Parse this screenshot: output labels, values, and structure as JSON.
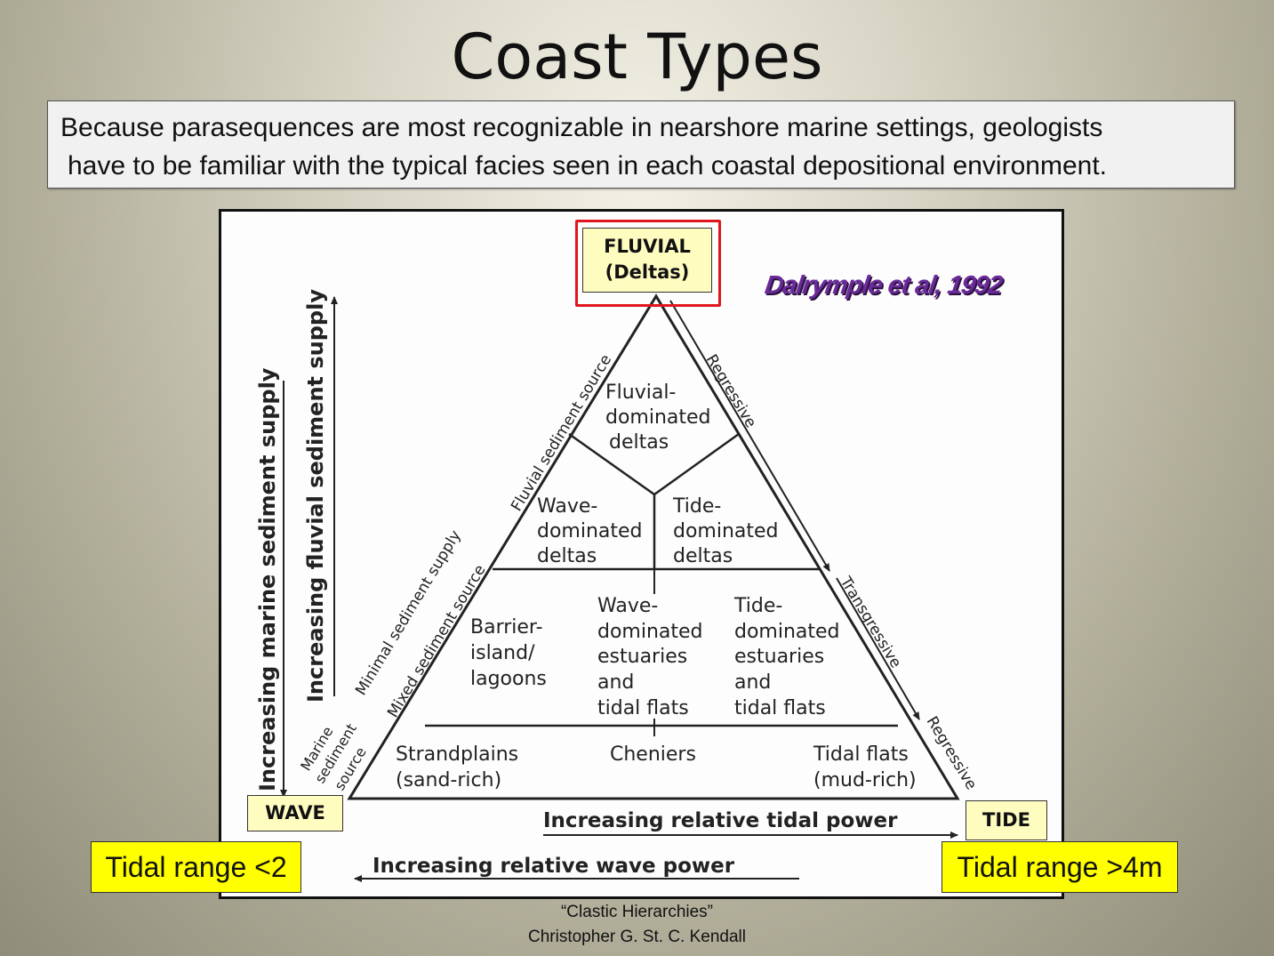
{
  "title": "Coast Types",
  "intro": {
    "line1": "Because parasequences are most recognizable in nearshore marine settings, geologists",
    "line2": "have to be familiar with the typical facies seen in each coastal depositional environment."
  },
  "citation": "Dalrymple et al, 1992",
  "vertices": {
    "fluvial_line1": "FLUVIAL",
    "fluvial_line2": "(Deltas)",
    "wave": "WAVE",
    "tide": "TIDE"
  },
  "tidal_ranges": {
    "left": "Tidal range <2",
    "right": "Tidal range >4m"
  },
  "axes": {
    "marine_supply": "Increasing marine sediment supply",
    "fluvial_supply": "Increasing fluvial sediment supply",
    "tidal_power": "Increasing relative tidal power",
    "wave_power": "Increasing relative wave power"
  },
  "side_labels": {
    "fluvial_source": "Fluvial sediment source",
    "minimal_supply": "Minimal sediment supply",
    "mixed_source": "Mixed sediment source",
    "marine_source_1": "Marine",
    "marine_source_2": "sediment",
    "marine_source_3": "source",
    "regressive_top": "Regressive",
    "transgressive": "Transgressive",
    "regressive_bottom": "Regressive"
  },
  "facies": {
    "fluvial_deltas": [
      "Fluvial-",
      "dominated",
      "deltas"
    ],
    "wave_deltas": [
      "Wave-",
      "dominated",
      "deltas"
    ],
    "tide_deltas": [
      "Tide-",
      "dominated",
      "deltas"
    ],
    "barrier": [
      "Barrier-",
      "island/",
      "lagoons"
    ],
    "wave_estuaries": [
      "Wave-",
      "dominated",
      "estuaries",
      "and",
      "tidal flats"
    ],
    "tide_estuaries": [
      "Tide-",
      "dominated",
      "estuaries",
      "and",
      "tidal flats"
    ],
    "strandplains": [
      "Strandplains",
      "(sand-rich)"
    ],
    "cheniers": [
      "Cheniers"
    ],
    "tidal_flats": [
      "Tidal flats",
      "(mud-rich)"
    ]
  },
  "credit": {
    "line1": "“Clastic Hierarchies”",
    "line2": "Christopher G. St. C. Kendall"
  }
}
